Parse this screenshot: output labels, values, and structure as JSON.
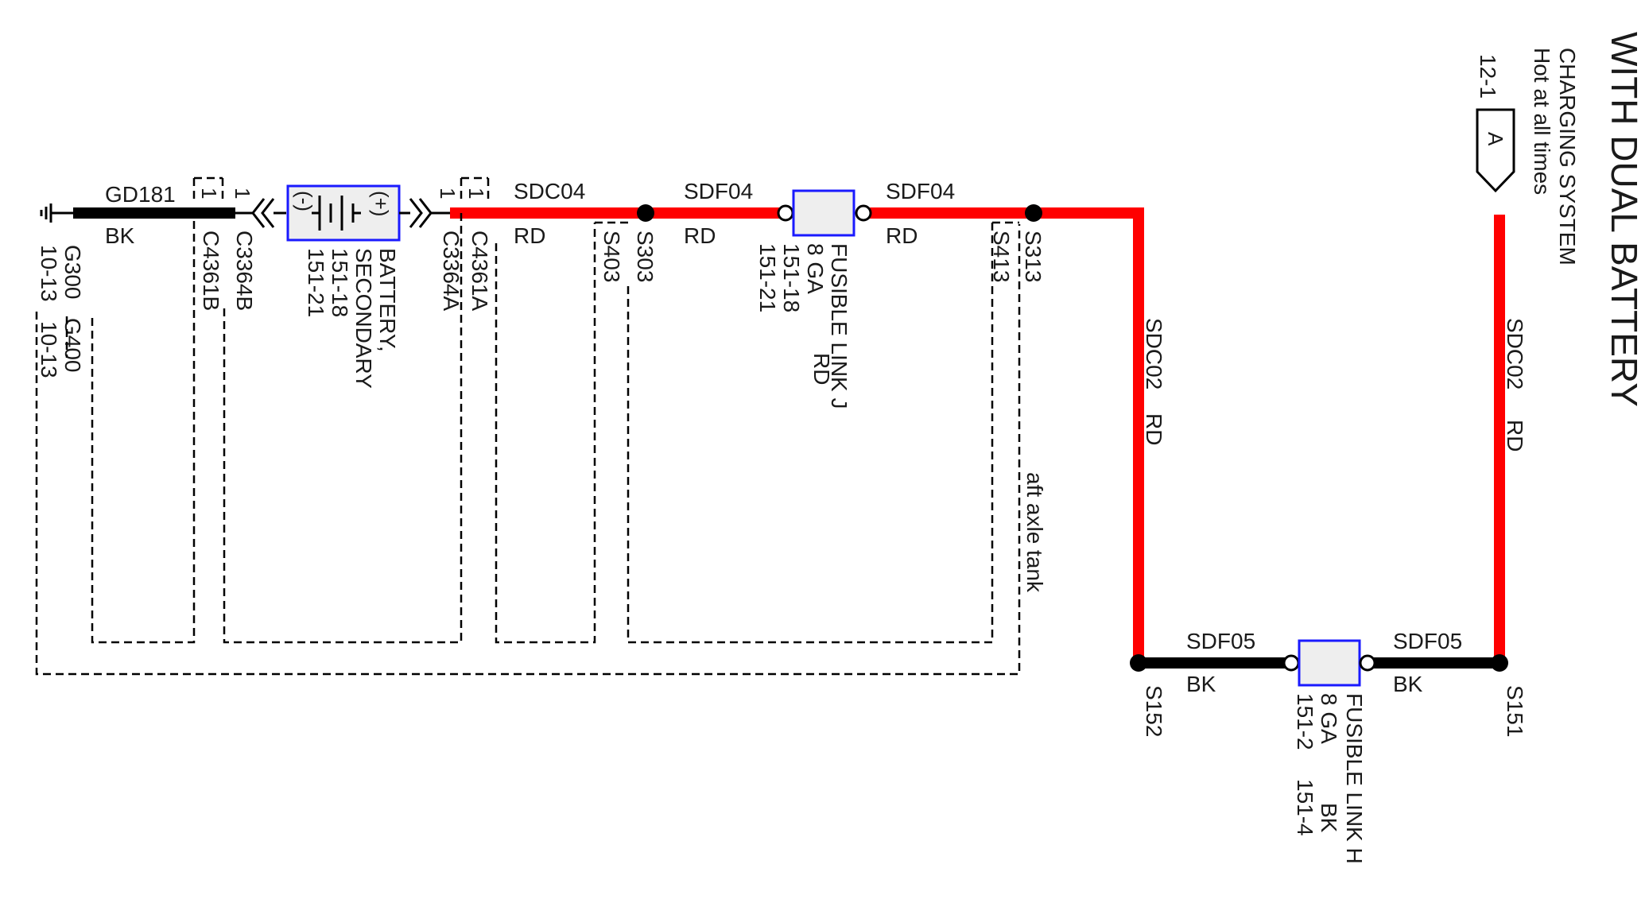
{
  "title": "WITH DUAL BATTERY",
  "source": {
    "system": "CHARGING SYSTEM",
    "note": "Hot at all times",
    "ref": "12-1",
    "connector_letter": "A"
  },
  "wires": {
    "gd181": {
      "circuit": "GD181",
      "color": "BK"
    },
    "sdc04": {
      "circuit": "SDC04",
      "color": "RD"
    },
    "sdf04_a": {
      "circuit": "SDF04",
      "color": "RD"
    },
    "sdf04_b": {
      "circuit": "SDF04",
      "color": "RD"
    },
    "sdc02_left": {
      "circuit": "SDC02",
      "color": "RD"
    },
    "sdc02_right": {
      "circuit": "SDC02",
      "color": "RD"
    },
    "sdf05_a": {
      "circuit": "SDF05",
      "color": "BK"
    },
    "sdf05_b": {
      "circuit": "SDF05",
      "color": "BK"
    }
  },
  "ground": {
    "g300": "G300",
    "g300_ref": "10-13",
    "g400": "G400",
    "g400_ref": "10-13"
  },
  "connectors": {
    "c4361b": "C4361B",
    "c4361b_pin": "1",
    "c3364b": "C3364B",
    "c3364b_pin": "1",
    "c3364a": "C3364A",
    "c3364a_pin": "1",
    "c4361a": "C4361A",
    "c4361a_pin": "1"
  },
  "battery": {
    "name_line1": "BATTERY,",
    "name_line2": "SECONDARY",
    "ref1": "151-18",
    "ref2": "151-21",
    "neg": "(-)",
    "pos": "(+)"
  },
  "splices": {
    "s403": "S403",
    "s303": "S303",
    "s413": "S413",
    "s313": "S313",
    "s152": "S152",
    "s151": "S151"
  },
  "fuse_j": {
    "name": "FUSIBLE LINK J",
    "gauge": "8 GA",
    "color": "RD",
    "ref1": "151-18",
    "ref2": "151-21"
  },
  "fuse_h": {
    "name": "FUSIBLE LINK H",
    "gauge": "8 GA",
    "color": "BK",
    "ref1": "151-2",
    "ref2": "151-4"
  },
  "aft_axle_tank": "aft axle tank"
}
